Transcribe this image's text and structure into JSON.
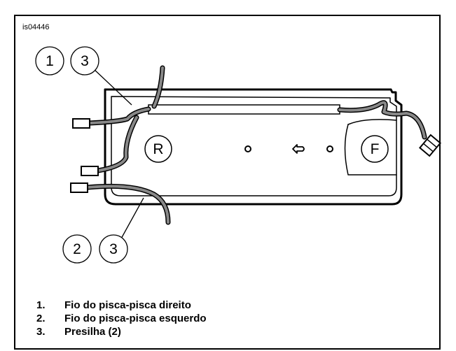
{
  "figure": {
    "id": "is04446",
    "markers": {
      "rear": "R",
      "front": "F"
    },
    "callouts": {
      "top_left": [
        "1",
        "3"
      ],
      "bottom_left": [
        "2",
        "3"
      ]
    },
    "legend": [
      {
        "number": "1.",
        "text": "Fio do pisca-pisca direito"
      },
      {
        "number": "2.",
        "text": "Fio do pisca-pisca esquerdo"
      },
      {
        "number": "3.",
        "text": "Presilha (2)"
      }
    ]
  }
}
